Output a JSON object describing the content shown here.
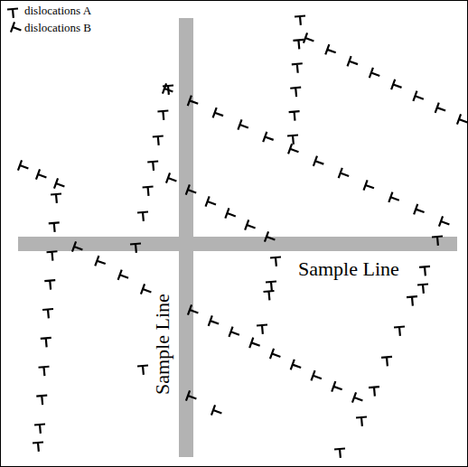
{
  "diagram": {
    "labels": [
      "Sample Line",
      "Sample Line"
    ],
    "legend": [
      {
        "text": "dislocations A"
      },
      {
        "text": "dislocations B"
      }
    ]
  }
}
